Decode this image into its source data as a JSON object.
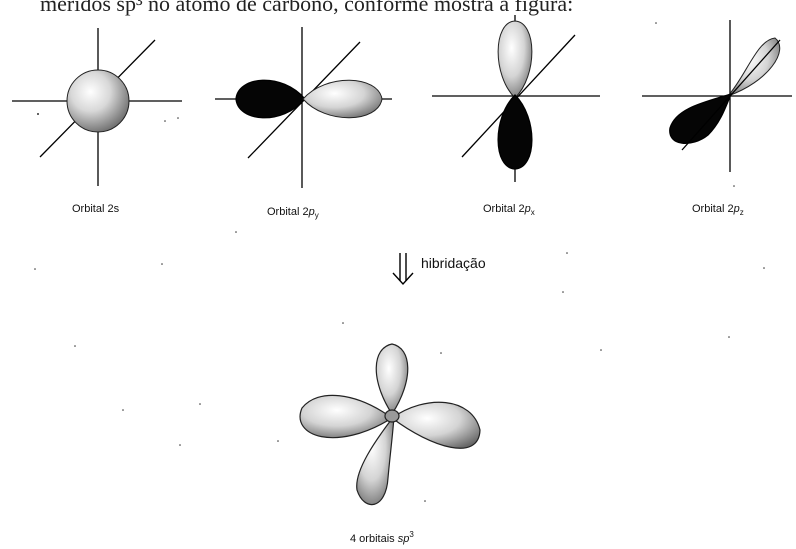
{
  "header_fragment": "meridos sp³ no átomo de carbono, conforme mostra a figura:",
  "orbitals": [
    {
      "prefix": "Orbital 2",
      "letter": "s",
      "sub": ""
    },
    {
      "prefix": "Orbital 2",
      "letter": "p",
      "sub": "y"
    },
    {
      "prefix": "Orbital 2",
      "letter": "p",
      "sub": "x"
    },
    {
      "prefix": "Orbital 2",
      "letter": "p",
      "sub": "z"
    }
  ],
  "process_label": "hibridação",
  "result": {
    "prefix": "4 orbitais ",
    "letter": "sp",
    "sup": "3"
  }
}
